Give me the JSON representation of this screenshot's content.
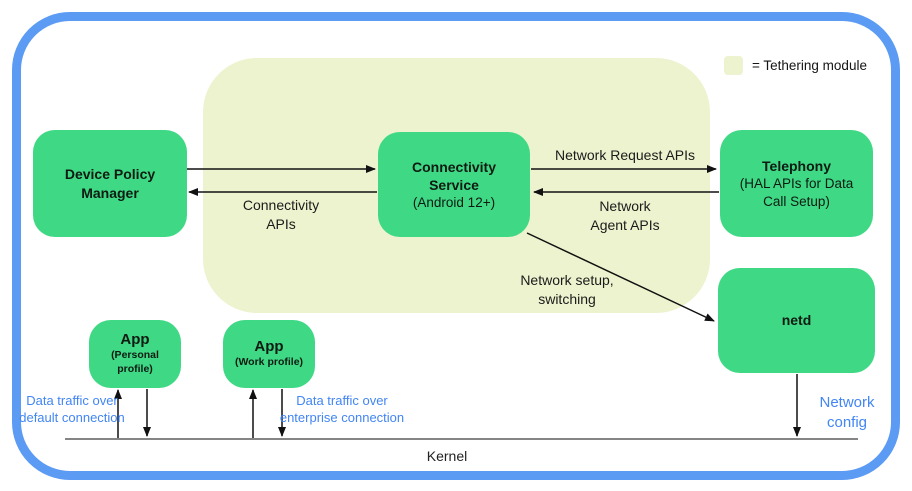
{
  "legend": {
    "label": "= Tethering module"
  },
  "nodes": {
    "device_policy_manager": {
      "title": "Device Policy\nManager"
    },
    "connectivity_service": {
      "title": "Connectivity\nService",
      "subtitle": "(Android 12+)"
    },
    "telephony": {
      "title": "Telephony",
      "subtitle": "(HAL APIs for Data\nCall Setup)"
    },
    "netd": {
      "title": "netd"
    },
    "app_personal": {
      "title": "App",
      "subtitle": "(Personal profile)"
    },
    "app_work": {
      "title": "App",
      "subtitle": "(Work profile)"
    }
  },
  "edge_labels": {
    "connectivity_apis": "Connectivity\nAPIs",
    "network_request_apis": "Network Request APIs",
    "network_agent_apis": "Network\nAgent APIs",
    "network_setup_switching": "Network setup,\nswitching",
    "network_config": "Network\nconfig",
    "data_traffic_default": "Data traffic over\ndefault connection",
    "data_traffic_enterprise": "Data traffic over\nenterprise connection"
  },
  "kernel": {
    "label": "Kernel"
  },
  "colors": {
    "node_green": "#3fd884",
    "tethering_bg": "#edf3ce",
    "frame_blue": "#5b9bf3",
    "annotation_blue": "#4285f4"
  }
}
